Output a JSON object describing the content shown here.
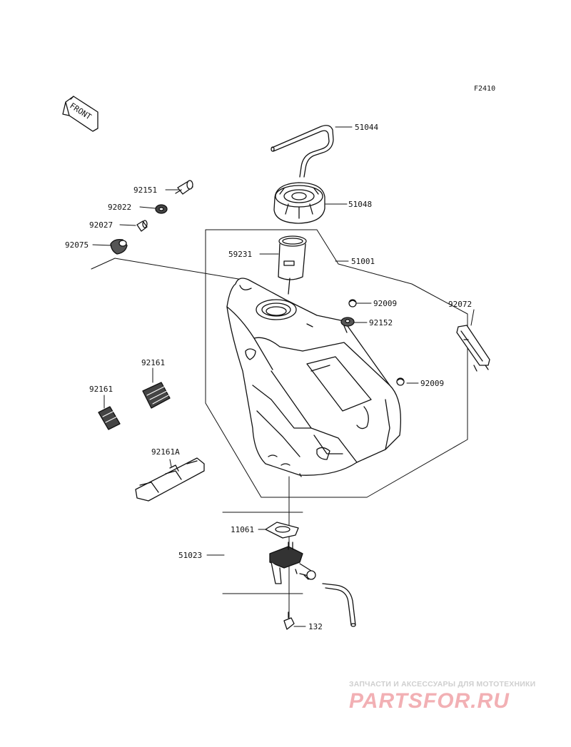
{
  "figure_code": "F2410",
  "front_marker": "FRONT",
  "parts": [
    {
      "id": "p-51044",
      "number": "51044"
    },
    {
      "id": "p-51048",
      "number": "51048"
    },
    {
      "id": "p-92151",
      "number": "92151"
    },
    {
      "id": "p-92022",
      "number": "92022"
    },
    {
      "id": "p-92027",
      "number": "92027"
    },
    {
      "id": "p-92075",
      "number": "92075"
    },
    {
      "id": "p-59231",
      "number": "59231"
    },
    {
      "id": "p-51001",
      "number": "51001"
    },
    {
      "id": "p-92009a",
      "number": "92009"
    },
    {
      "id": "p-92152",
      "number": "92152"
    },
    {
      "id": "p-92072",
      "number": "92072"
    },
    {
      "id": "p-92161a",
      "number": "92161"
    },
    {
      "id": "p-92161b",
      "number": "92161"
    },
    {
      "id": "p-92009b",
      "number": "92009"
    },
    {
      "id": "p-92161A",
      "number": "92161A"
    },
    {
      "id": "p-11061",
      "number": "11061"
    },
    {
      "id": "p-51023",
      "number": "51023"
    },
    {
      "id": "p-132",
      "number": "132"
    }
  ],
  "watermark": {
    "subtitle": "ЗАПЧАСТИ И АКСЕССУАРЫ ДЛЯ МОТОТЕХНИКИ",
    "logo": "PARTSFOR.RU"
  },
  "colors": {
    "line": "#111111",
    "watermark_text": "#cfcfcf",
    "watermark_logo": "#f2b0b4"
  }
}
